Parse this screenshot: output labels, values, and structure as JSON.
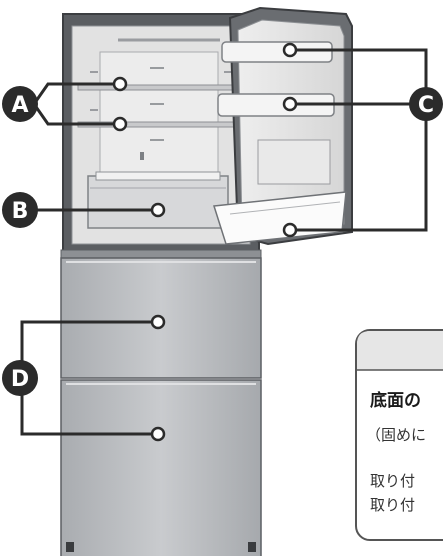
{
  "callouts": {
    "a": "A",
    "b": "B",
    "c": "C",
    "d": "D"
  },
  "note": {
    "title": "底面の",
    "line1": "（固めに",
    "line2": "取り付",
    "line3": "取り付"
  },
  "colors": {
    "cabinet": "#b9bcbf",
    "interior": "#e4e4e4",
    "callout_fill": "#2b2b2b",
    "leader": "#2b2b2b"
  }
}
